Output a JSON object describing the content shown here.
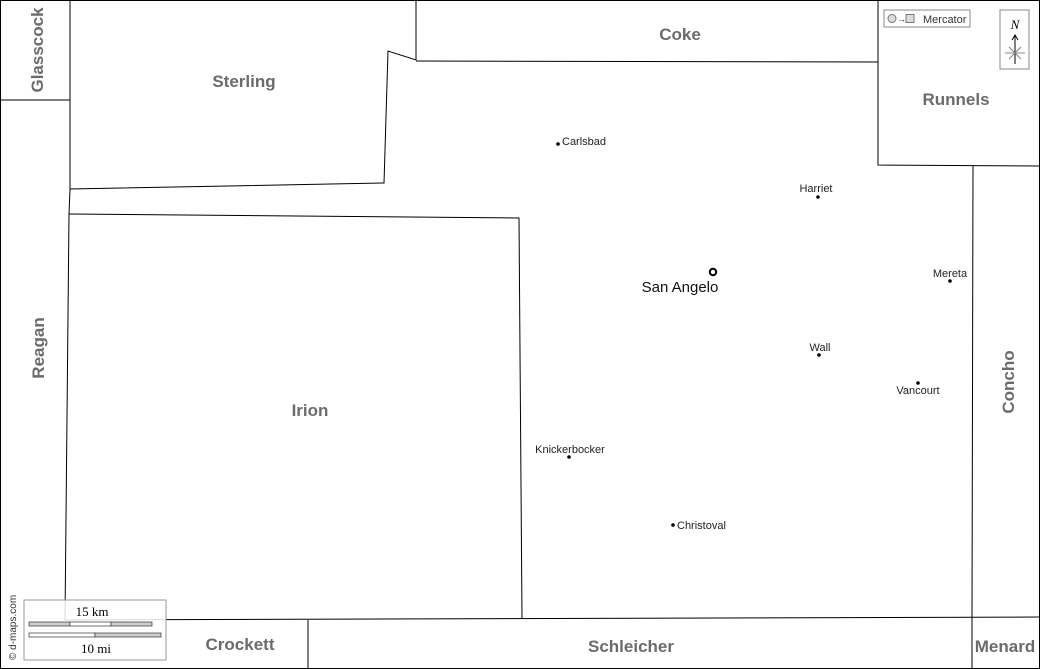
{
  "counties": {
    "glasscock": "Glasscock",
    "sterling": "Sterling",
    "coke": "Coke",
    "runnels": "Runnels",
    "reagan": "Reagan",
    "irion": "Irion",
    "concho": "Concho",
    "crockett": "Crockett",
    "schleicher": "Schleicher",
    "menard": "Menard"
  },
  "cities": {
    "carlsbad": "Carlsbad",
    "harriet": "Harriet",
    "san_angelo": "San Angelo",
    "mereta": "Mereta",
    "wall": "Wall",
    "vancourt": "Vancourt",
    "knickerbocker": "Knickerbocker",
    "christoval": "Christoval"
  },
  "legend": {
    "projection": "Mercator",
    "north": "N"
  },
  "scale": {
    "km": "15 km",
    "mi": "10 mi"
  },
  "credit": "© d-maps.com"
}
